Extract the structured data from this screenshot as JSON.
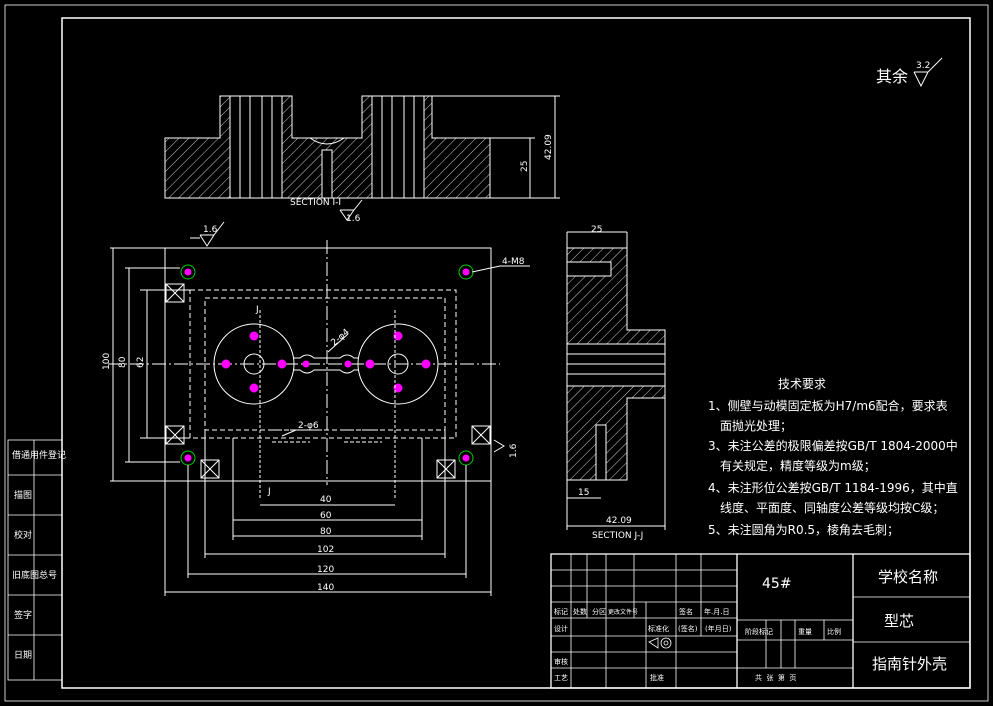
{
  "drawing": {
    "surface_finish_note": {
      "label": "其余",
      "value": "3.2"
    },
    "section_top": {
      "label": "SECTION I-I",
      "finish": "1.6",
      "dims": [
        "42.09",
        "25"
      ]
    },
    "section_side": {
      "label": "SECTION J-J",
      "dims": [
        "25",
        "15",
        "42.09"
      ]
    },
    "plan_view": {
      "dims_horizontal": [
        "40",
        "60",
        "80",
        "102",
        "120",
        "140"
      ],
      "dims_vertical": [
        "100",
        "80",
        "62"
      ],
      "callouts": [
        "4-M8",
        "2-φ6",
        "2-φ4"
      ],
      "finish_marks": [
        "1.6",
        "1.6"
      ],
      "section_marks": [
        "J",
        "J"
      ]
    },
    "tech_requirements": {
      "title": "技术要求",
      "items": [
        "1、侧壁与动模固定板为H7/m6配合，要求表",
        "面抛光处理；",
        "3、未注公差的极限偏差按GB/T 1804-2000中",
        "有关规定，精度等级为m级；",
        "4、未注形位公差按GB/T 1184-1996，其中直",
        "线度、平面度、同轴度公差等级均按C级；",
        "5、未注圆角为R0.5，棱角去毛刺；"
      ]
    }
  },
  "left_strip": {
    "labels": [
      "借通用件登记",
      "描图",
      "校对",
      "旧底图总号",
      "签字",
      "日期"
    ]
  },
  "title_block": {
    "material": "45#",
    "school": "学校名称",
    "part_name": "型芯",
    "project": "指南针外壳",
    "row_labels": [
      "标记",
      "处数",
      "分区",
      "更改文件号",
      "签名",
      "年.月.日"
    ],
    "design": "设计",
    "standardize": "标准化",
    "signature": "(签名)",
    "date": "(年月日)",
    "stage_labels": [
      "阶段标记",
      "重量",
      "比例"
    ],
    "check": "审核",
    "process": "工艺",
    "approve": "批准",
    "sheets": "共  张  第  页"
  },
  "colors": {
    "line": "#ffffff",
    "center": "#ffffff",
    "hole_accent": "#ff00ff",
    "hole_ring": "#00cc00"
  }
}
